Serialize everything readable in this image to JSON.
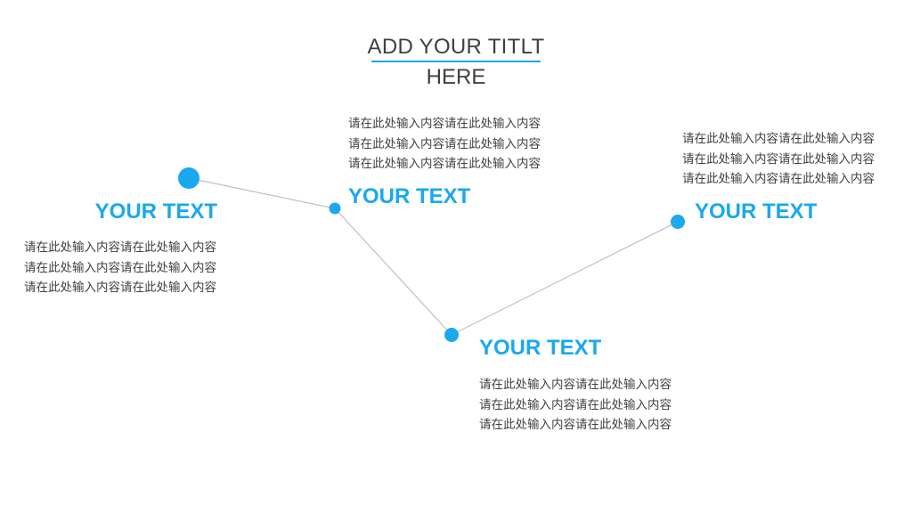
{
  "title": {
    "line1": "ADD YOUR TITLT",
    "line2": "HERE"
  },
  "accent_color": "#1aa8ef",
  "connector_color": "#bfbfbf",
  "nodes": [
    {
      "heading": "YOUR TEXT",
      "body": "请在此处输入内容请在此处输入内容请在此处输入内容请在此处输入内容请在此处输入内容请在此处输入内容"
    },
    {
      "heading": "YOUR TEXT",
      "body_lines": [
        "请在此处输入内容请在此处输入内容",
        "请在此处输入内容请在此处输入内容",
        "请在此处输入内容请在此处输入内容"
      ]
    },
    {
      "heading": "YOUR TEXT",
      "body_lines": [
        "请在此处输入内容请在此处输入内容",
        "请在此处输入内容请在此处输入内容",
        "请在此处输入内容请在此处输入内容"
      ]
    },
    {
      "heading": "YOUR TEXT",
      "body_lines": [
        "请在此处输入内容请在此处输入内容",
        "请在此处输入内容请在此处输入内容",
        "请在此处输入内容请在此处输入内容"
      ]
    }
  ]
}
